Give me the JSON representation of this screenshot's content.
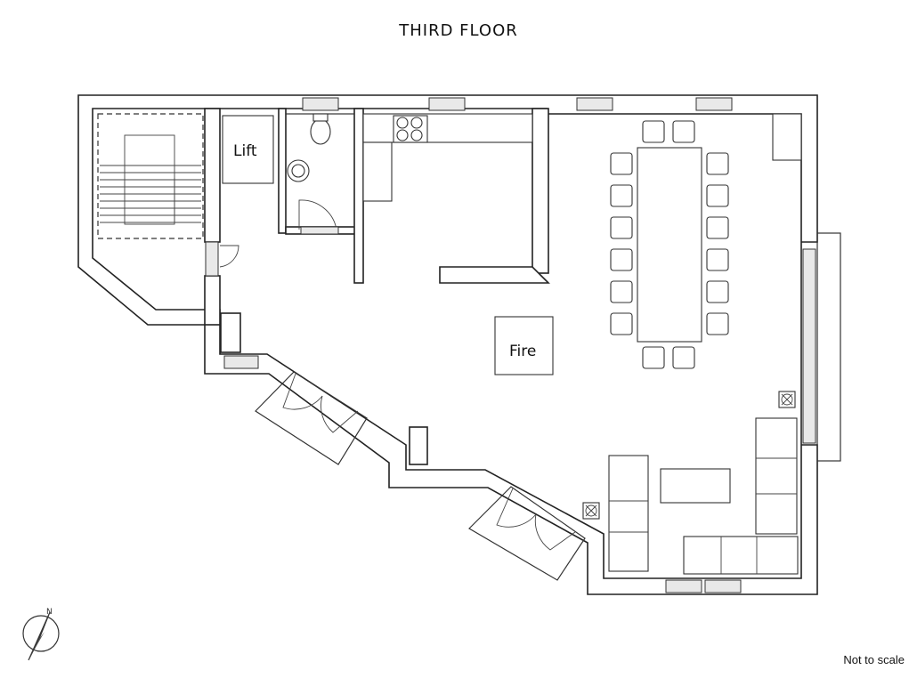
{
  "title": "THIRD FLOOR",
  "labels": {
    "lift": "Lift",
    "fire": "Fire"
  },
  "scale_note": "Not to scale",
  "compass": {
    "north_label": "N"
  }
}
